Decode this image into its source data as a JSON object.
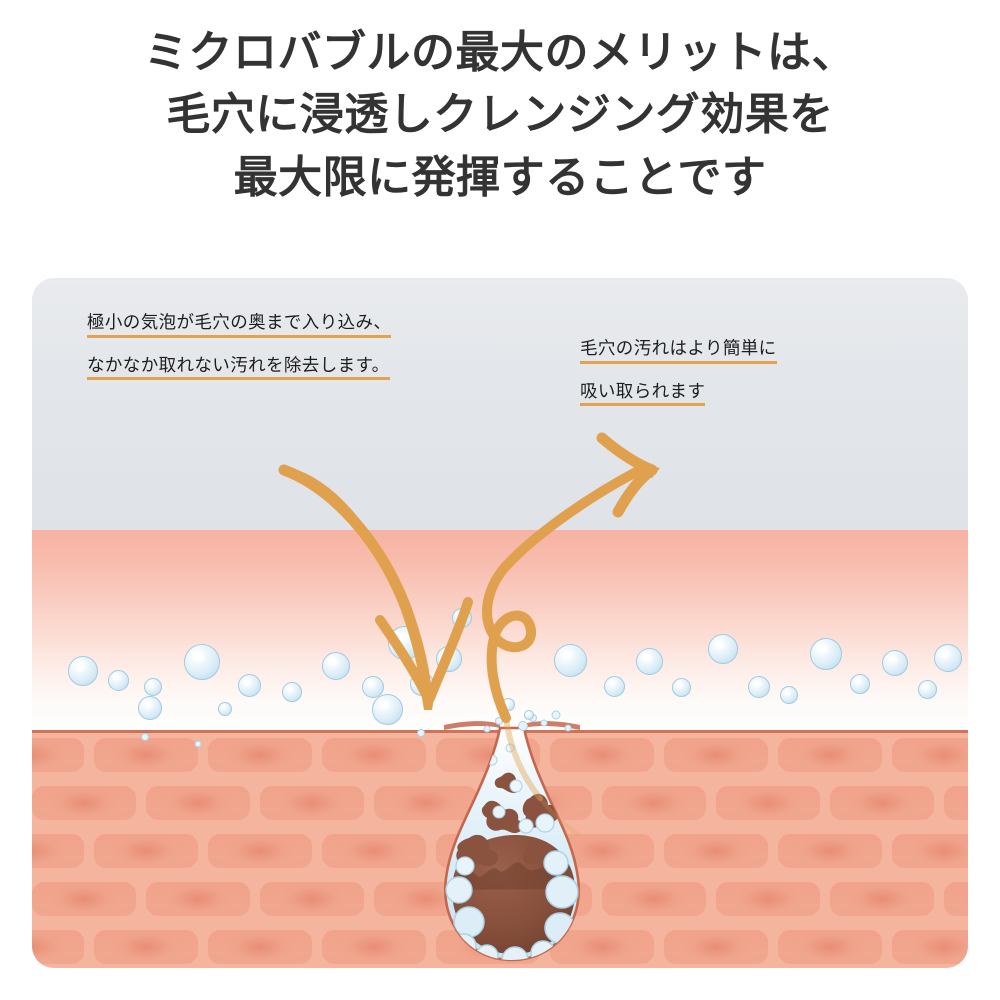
{
  "headline": {
    "lines": [
      "ミクロバブルの最大のメリットは、",
      "毛穴に浸透しクレンジング効果を",
      "最大限に発揮することです"
    ],
    "color": "#333333"
  },
  "illustration": {
    "title": "skin-cross-section-diagram",
    "callout_left": {
      "lines": [
        "極小の気泡が毛穴の奥まで入り込み、",
        "なかなか取れない汚れを除去します。"
      ],
      "underline_color": "#e3a24e"
    },
    "callout_right": {
      "lines": [
        "毛穴の汚れはより簡単に",
        "吸い取られます"
      ],
      "underline_color": "#e3a24e"
    },
    "arrows": {
      "down_arrow_name": "bubbles-enter-pore-arrow",
      "up_arrow_name": "dirt-lifted-out-arrow",
      "color": "#e0a14f"
    },
    "layers": {
      "air_color": "#e3e6ea",
      "serum_color": "#f7b2a3",
      "skin_color": "#f5b49e",
      "skin_outline_color": "#c5674d",
      "bubble_fill": "#dcedf7",
      "bubble_rim": "#9fcbe3",
      "dirt_color": "#8a5340"
    }
  }
}
